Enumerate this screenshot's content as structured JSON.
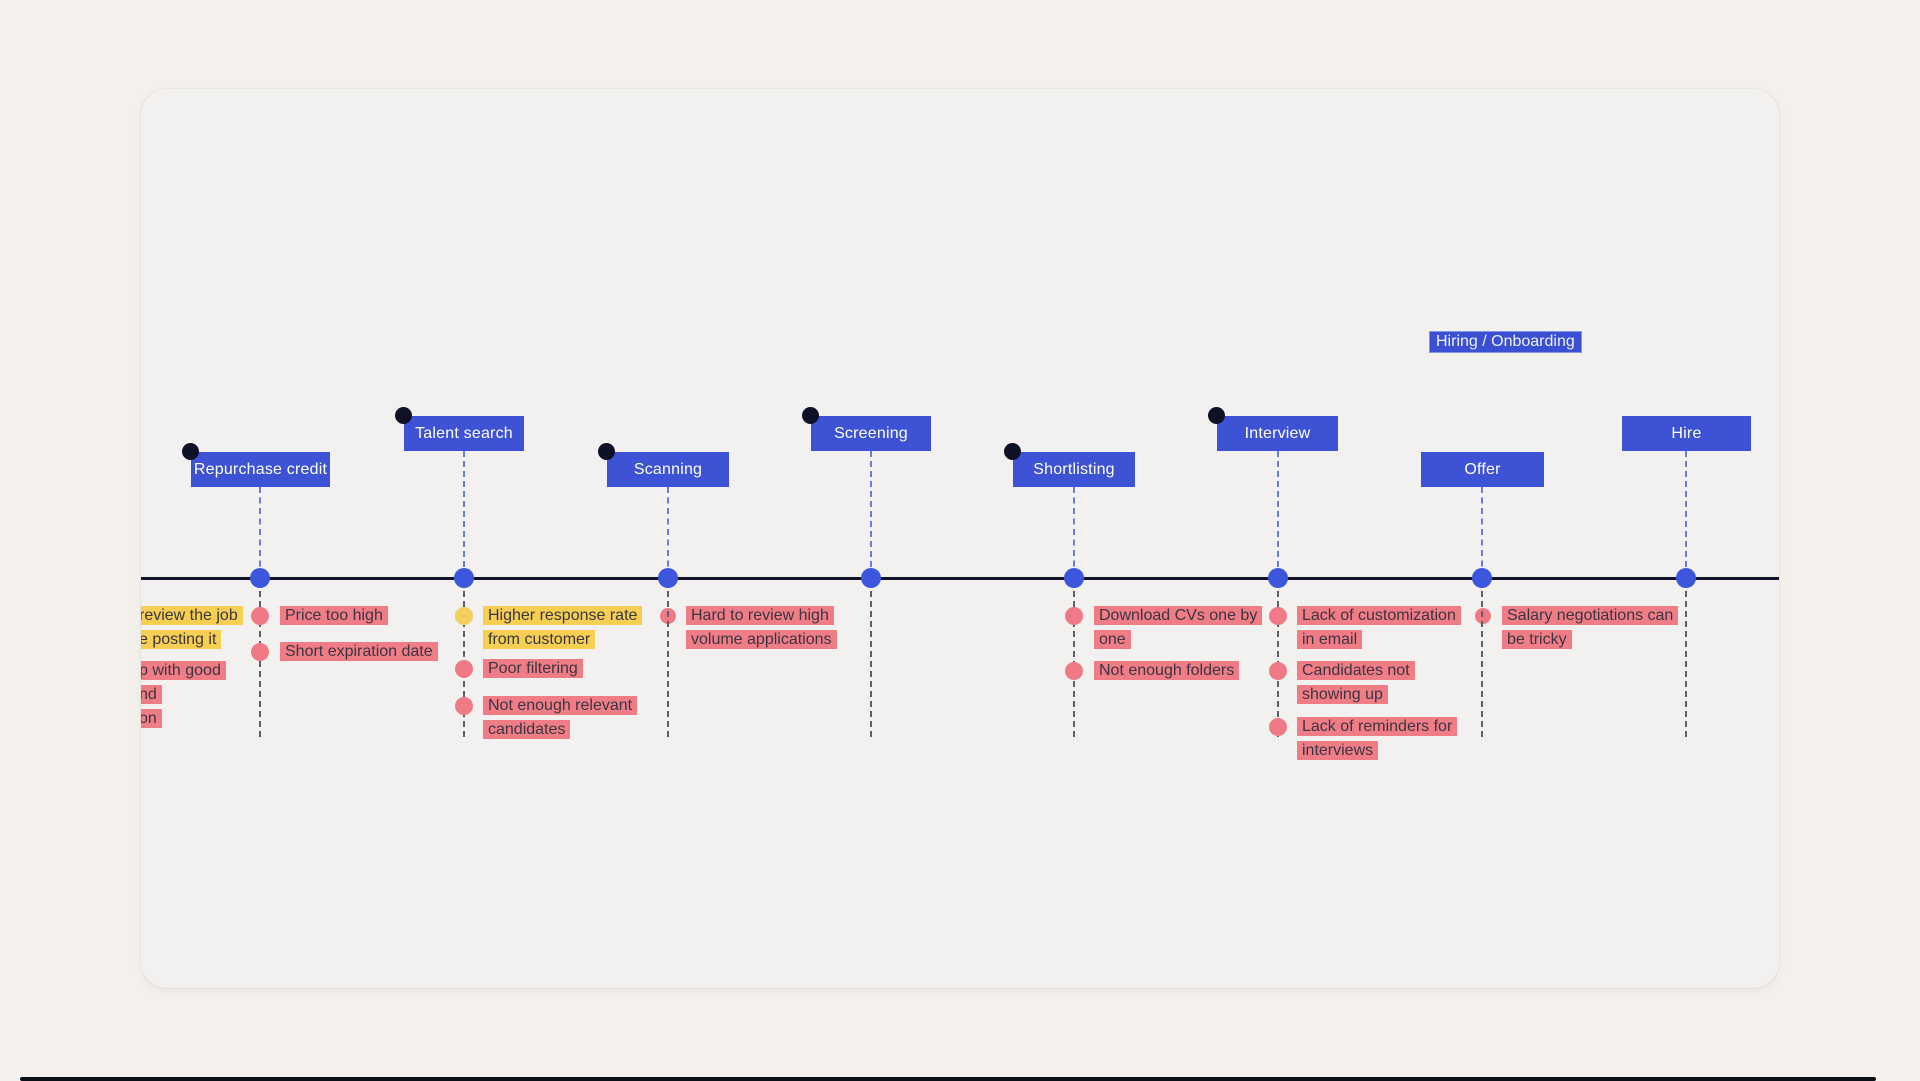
{
  "header": {
    "section_title": "Hiring / Onboarding"
  },
  "timeline": {
    "stages": [
      {
        "label": "Repurchase credit",
        "corner_dot": true,
        "row": "low",
        "pains": [
          {
            "text": "review the job\ne posting it",
            "color": "yellow",
            "clipped_left": true
          },
          {
            "text": "p with good\nnd\non",
            "color": "red",
            "clipped_left": true
          },
          {
            "text": "Price too high",
            "color": "red"
          },
          {
            "text": "Short expiration date",
            "color": "red"
          }
        ]
      },
      {
        "label": "Talent search",
        "corner_dot": true,
        "row": "high",
        "pains": [
          {
            "text": "Higher response rate\nfrom customer",
            "color": "yellow"
          },
          {
            "text": "Poor filtering",
            "color": "red"
          },
          {
            "text": "Not enough relevant\ncandidates",
            "color": "red"
          }
        ]
      },
      {
        "label": "Scanning",
        "corner_dot": true,
        "row": "low",
        "pains": [
          {
            "text": "Hard to review high\nvolume applications",
            "color": "red"
          }
        ]
      },
      {
        "label": "Screening",
        "corner_dot": true,
        "row": "high",
        "pains": []
      },
      {
        "label": "Shortlisting",
        "corner_dot": true,
        "row": "low",
        "pains": [
          {
            "text": "Download CVs one by\none",
            "color": "red"
          },
          {
            "text": "Not enough folders",
            "color": "red"
          }
        ]
      },
      {
        "label": "Interview",
        "corner_dot": true,
        "row": "high",
        "pains": [
          {
            "text": "Lack of customization\nin email",
            "color": "red"
          },
          {
            "text": "Candidates not\nshowing up",
            "color": "red"
          },
          {
            "text": "Lack of reminders for\ninterviews",
            "color": "red"
          }
        ]
      },
      {
        "label": "Offer",
        "corner_dot": false,
        "row": "low",
        "pains": [
          {
            "text": "Salary negotiations can\nbe tricky",
            "color": "red"
          }
        ]
      },
      {
        "label": "Hire",
        "corner_dot": false,
        "row": "high",
        "pains": []
      }
    ]
  },
  "colors": {
    "outer_background": "#f4f1ec",
    "card_background": "#f2f1f0",
    "stage_label_blue": "#3e52d5",
    "timeline_node_blue": "#3c56dd",
    "dashed_connector_blue": "#6b7ce0",
    "dashed_connector_gray": "#5f5f6b",
    "timeline_line": "#12142a",
    "note_red": "#f07c86",
    "note_yellow": "#f6ce52",
    "corner_handle_black": "#0f1226",
    "note_text": "#3a3642",
    "bottom_bar": "#0d0f18"
  }
}
